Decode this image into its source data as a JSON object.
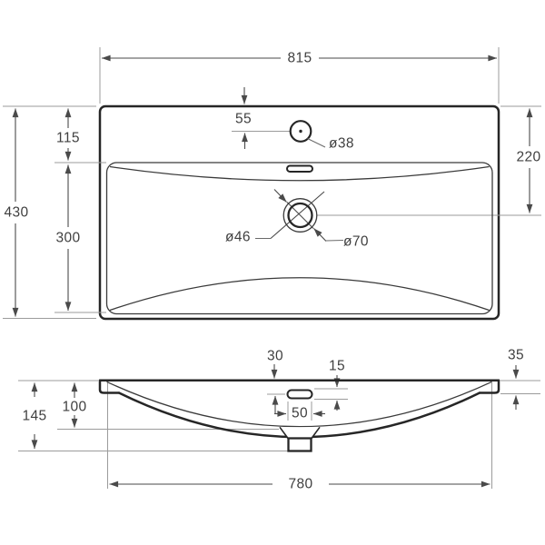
{
  "top_view": {
    "overall_width": "815",
    "overall_depth": "430",
    "back_rim_depth": "115",
    "basin_inner_depth": "300",
    "faucet_from_back_edge": "55",
    "drain_from_back_edge": "220",
    "faucet_hole_diameter": "ø38",
    "drain_hole_diameter": "ø46",
    "drain_recess_diameter": "ø70"
  },
  "front_view": {
    "overall_height": "145",
    "bowl_inner_depth": "100",
    "overflow_from_top": "30",
    "overflow_slot_height": "15",
    "overflow_slot_width": "50",
    "side_edge_height": "35",
    "bottom_width": "780"
  }
}
